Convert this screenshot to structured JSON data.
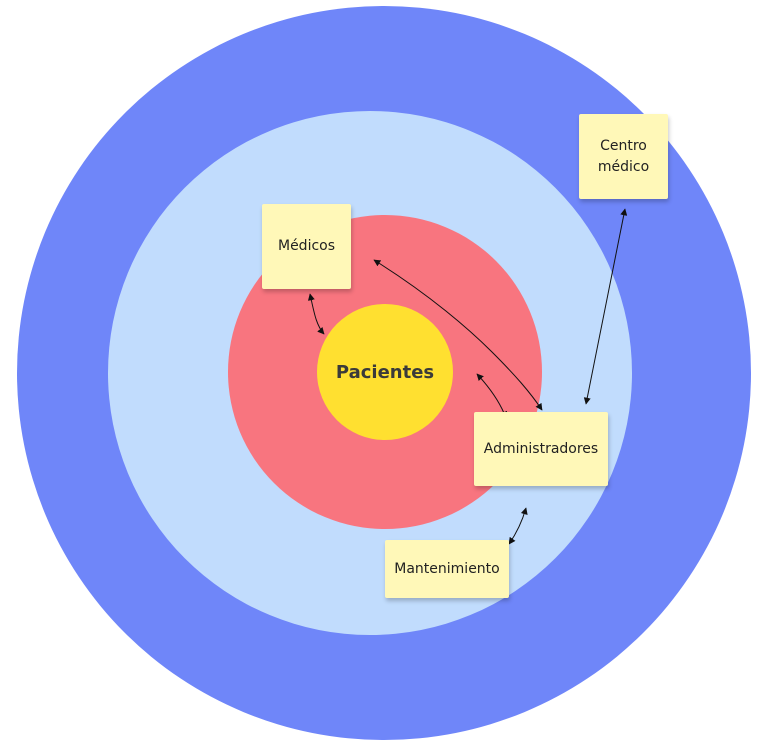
{
  "diagram": {
    "core": {
      "label": "Pacientes"
    },
    "notes": {
      "medicos": "Médicos",
      "centro_medico": "Centro\nmédico",
      "administradores": "Administradores",
      "mantenimiento": "Mantenimiento"
    },
    "rings": [
      {
        "id": "outer",
        "color": "#6f86f9"
      },
      {
        "id": "middle",
        "color": "#c1dcfd"
      },
      {
        "id": "inner",
        "color": "#f8757f"
      },
      {
        "id": "core",
        "color": "#ffe030"
      }
    ],
    "connections": [
      {
        "from": "medicos",
        "to": "pacientes"
      },
      {
        "from": "medicos",
        "to": "administradores"
      },
      {
        "from": "administradores",
        "to": "pacientes"
      },
      {
        "from": "centro_medico",
        "to": "administradores"
      },
      {
        "from": "administradores",
        "to": "mantenimiento"
      }
    ]
  }
}
